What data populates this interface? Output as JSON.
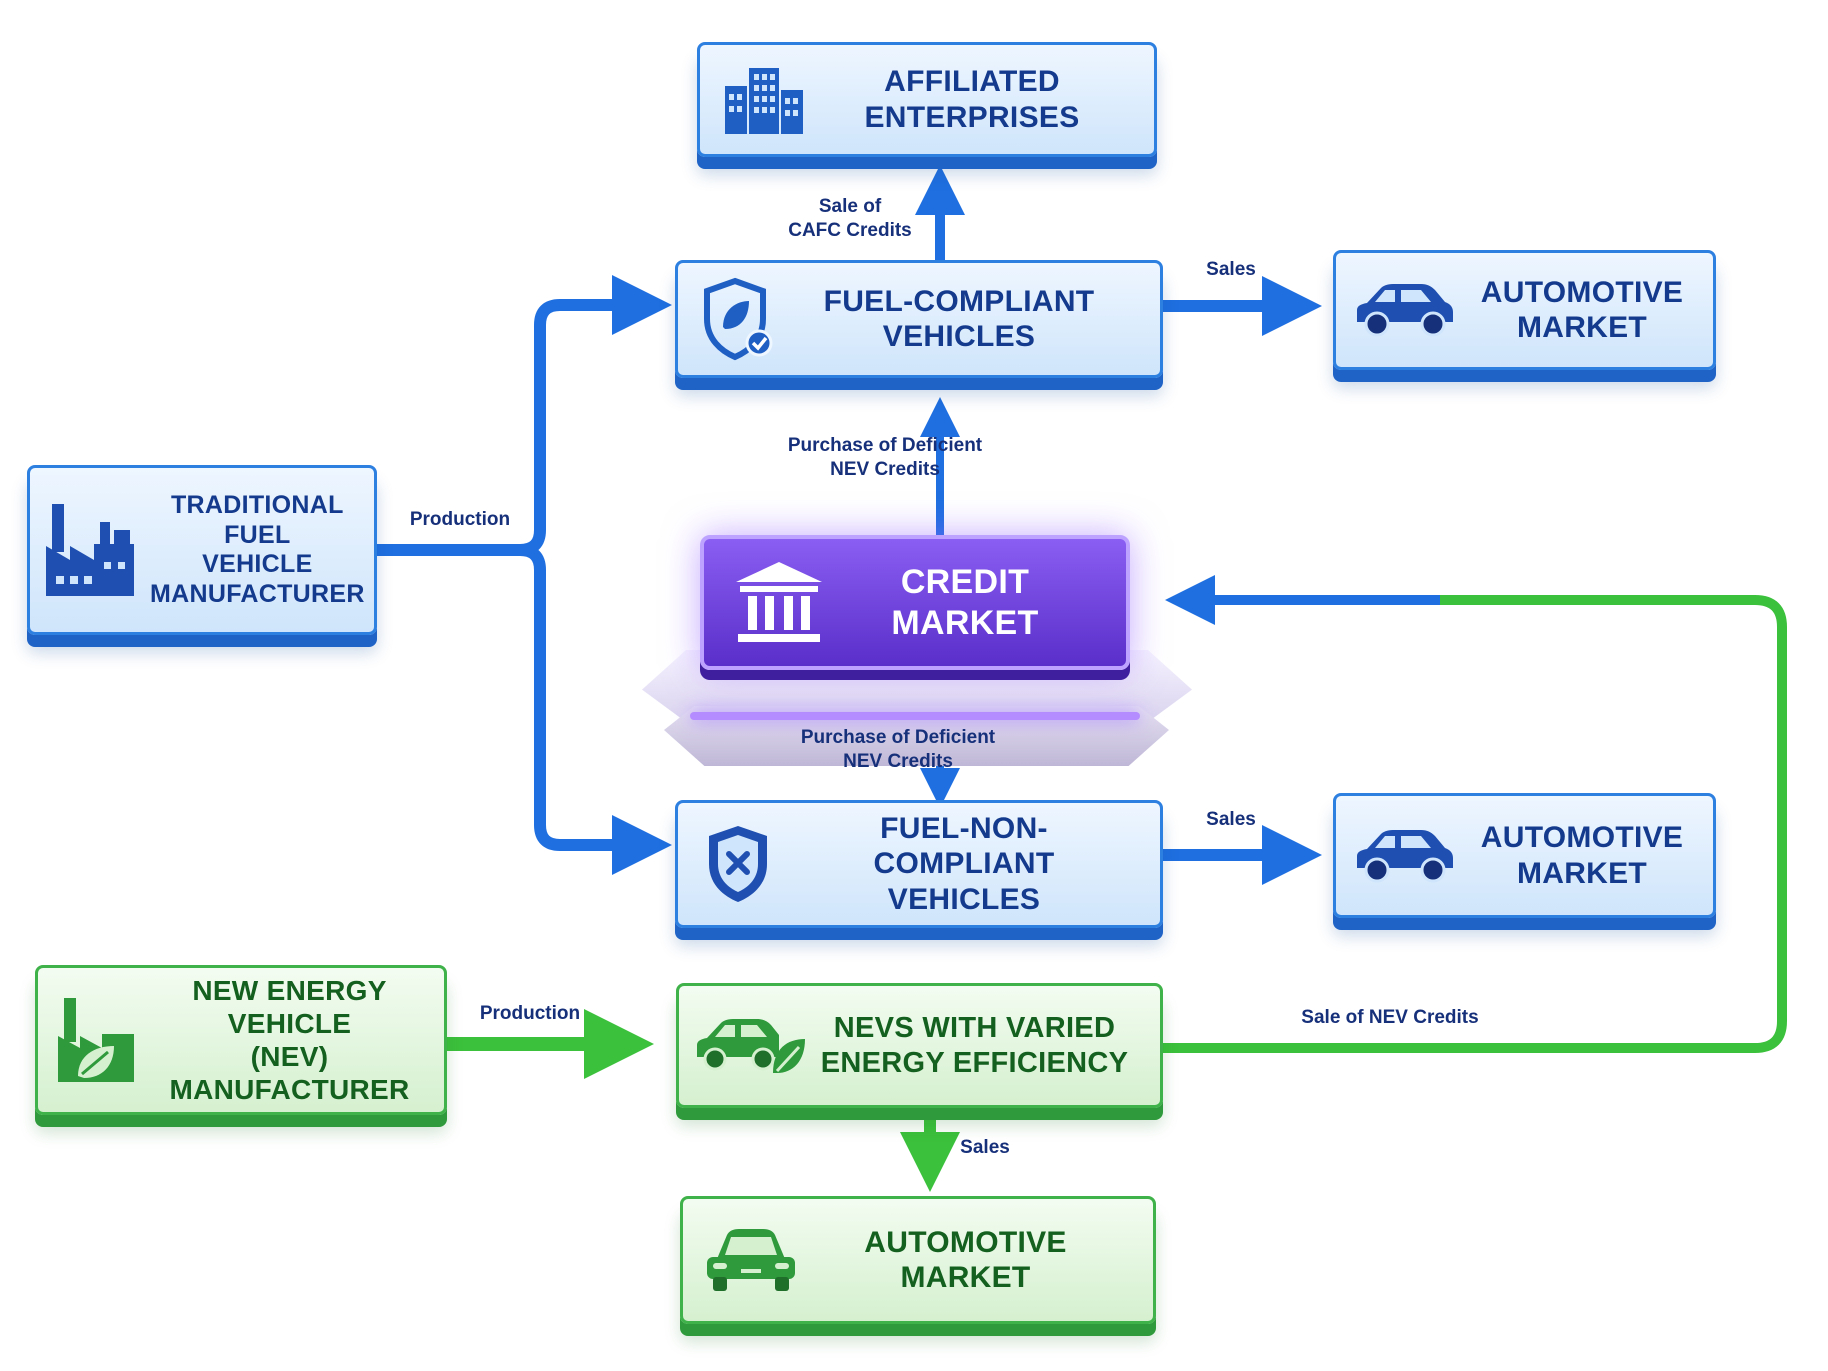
{
  "nodes": {
    "affiliated": {
      "label": "AFFILIATED\nENTERPRISES",
      "icon": "buildings-icon"
    },
    "fuel_compliant": {
      "label": "FUEL-COMPLIANT\nVEHICLES",
      "icon": "shield-leaf-check-icon"
    },
    "auto_market_1": {
      "label": "AUTOMOTIVE\nMARKET",
      "icon": "car-icon"
    },
    "traditional": {
      "label": "TRADITIONAL FUEL\nVEHICLE\nMANUFACTURER",
      "icon": "factory-icon"
    },
    "credit_market": {
      "label": "CREDIT\nMARKET",
      "icon": "bank-icon"
    },
    "fuel_non_compliant": {
      "label": "FUEL-NON-COMPLIANT\nVEHICLES",
      "icon": "shield-x-icon"
    },
    "auto_market_2": {
      "label": "AUTOMOTIVE\nMARKET",
      "icon": "car-icon"
    },
    "nev_manufacturer": {
      "label": "NEW ENERGY VEHICLE\n(NEV) MANUFACTURER",
      "icon": "factory-leaf-icon"
    },
    "nevs_varied": {
      "label": "NEVS WITH VARIED\nENERGY EFFICIENCY",
      "icon": "car-leaf-icon"
    },
    "auto_market_3": {
      "label": "AUTOMOTIVE\nMARKET",
      "icon": "car-icon"
    }
  },
  "edges": {
    "sale_cafc": "Sale of\nCAFC Credits",
    "sales_1": "Sales",
    "production_traditional": "Production",
    "purchase_deficient_up": "Purchase of Deficient\nNEV Credits",
    "purchase_deficient_down": "Purchase of Deficient\nNEV Credits",
    "sales_2": "Sales",
    "production_nev": "Production",
    "sale_nev_credits": "Sale of NEV Credits",
    "sales_3": "Sales"
  },
  "colors": {
    "blue_flow": "#1f6fe0",
    "green_flow": "#3cc13c",
    "blue_text": "#133a8c",
    "green_text": "#14601f",
    "purple": "#5a2fca"
  }
}
